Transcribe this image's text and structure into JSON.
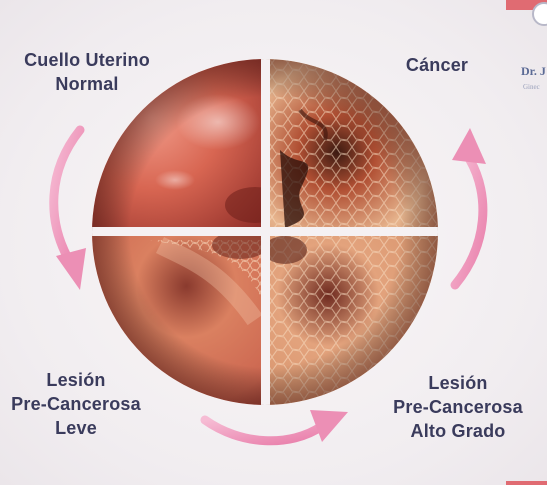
{
  "stages": {
    "normal": {
      "line1": "Cuello Uterino",
      "line2": "Normal"
    },
    "cancer": {
      "line1": "Cáncer"
    },
    "leve": {
      "line1": "Lesión",
      "line2": "Pre-Cancerosa",
      "line3": "Leve"
    },
    "alto": {
      "line1": "Lesión",
      "line2": "Pre-Cancerosa",
      "line3": "Alto Grado"
    }
  },
  "watermark": {
    "name": "Dr. J",
    "subtitle": "Ginec"
  },
  "colors": {
    "label_text": "#3a3b5c",
    "arrow": "#ec8fb5",
    "sphere_normal": "#c9564a",
    "sphere_lesion": "#d98b6c",
    "divider": "#f5f1f3"
  },
  "icons": {
    "arrows": "curved-arrow-icon",
    "sphere": "cervix-sphere-icon"
  }
}
